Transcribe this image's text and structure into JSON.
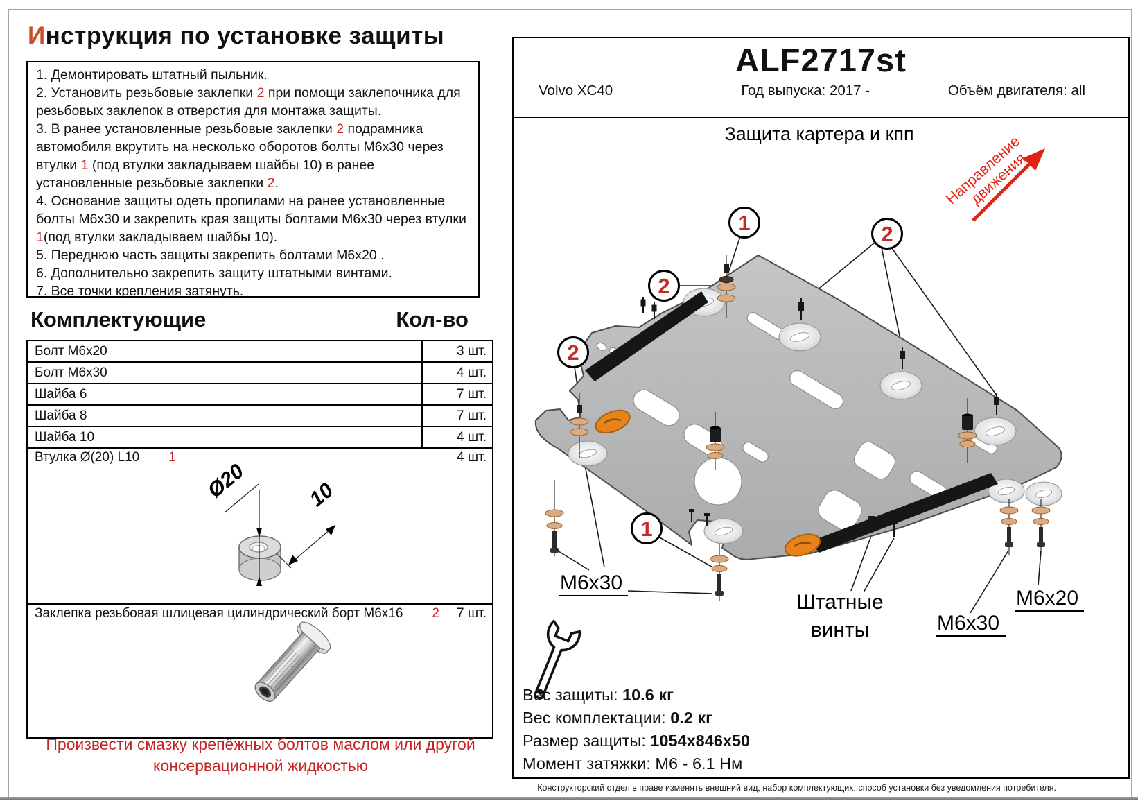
{
  "title": {
    "first_letter": "И",
    "rest": "нструкция по установке защиты"
  },
  "instructions": {
    "steps": [
      [
        {
          "t": "1. Демонтировать штатный пыльник."
        }
      ],
      [
        {
          "t": "2. Установить резьбовые заклепки "
        },
        {
          "t": "2",
          "red": true
        },
        {
          "t": " при помощи заклепочника для резьбовых заклепок в отверстия для монтажа защиты."
        }
      ],
      [
        {
          "t": "3. В ранее установленные резьбовые заклепки "
        },
        {
          "t": "2",
          "red": true
        },
        {
          "t": " подрамника автомобиля вкрутить на несколько оборотов болты М6х30 через втулки "
        },
        {
          "t": "1",
          "red": true
        },
        {
          "t": " (под втулки закладываем шайбы 10) в ранее установленные резьбовые заклепки "
        },
        {
          "t": "2",
          "red": true
        },
        {
          "t": "."
        }
      ],
      [
        {
          "t": "4. Основание защиты одеть пропилами на ранее установленные болты М6х30 и закрепить края защиты  болтами М6х30 через втулки "
        },
        {
          "t": "1",
          "red": true
        },
        {
          "t": "(под втулки закладываем шайбы 10)."
        }
      ],
      [
        {
          "t": "5. Переднюю часть защиты закрепить болтами М6х20 ."
        }
      ],
      [
        {
          "t": "6. Дополнительно закрепить защиту штатными винтами."
        }
      ],
      [
        {
          "t": "7. Все точки крепления затянуть."
        }
      ]
    ]
  },
  "parts": {
    "header": "Комплектующие",
    "qty_header": "Кол-во",
    "rows": [
      {
        "name": "Болт М6х20",
        "qty": "3 шт."
      },
      {
        "name": "Болт М6х30",
        "qty": "4 шт."
      },
      {
        "name": "Шайба 6",
        "qty": "7 шт."
      },
      {
        "name": "Шайба 8",
        "qty": "7 шт."
      },
      {
        "name": "Шайба 10",
        "qty": "4 шт."
      },
      {
        "name": "Втулка Ø(20) L10",
        "ref": "1",
        "qty": "4 шт."
      },
      {
        "name": "Заклепка резьбовая шлицевая цилиндрический борт М6х16",
        "ref": "2",
        "qty": "7 шт."
      }
    ]
  },
  "warning": "Произвести смазку крепёжных болтов маслом или другой консервационной жидкостью",
  "header": {
    "part_number": "ALF2717st",
    "vehicle": "Volvo XC40",
    "year": "Год выпуска: 2017 -",
    "engine": "Объём двигателя: all"
  },
  "drawing": {
    "title": "Защита картера и кпп",
    "direction_line1": "Направление",
    "direction_line2": "движения",
    "callouts": [
      "1",
      "2",
      "2",
      "2",
      "1"
    ],
    "labels": {
      "m6x30_left": "M6x30",
      "regular_screws_line1": "Штатные",
      "regular_screws_line2": "винты",
      "m6x30_right": "M6x30",
      "m6x20": "M6x20"
    },
    "sleeve_dims": {
      "diameter": "Ø20",
      "length": "10"
    }
  },
  "specs": {
    "weight_label": "Вес защиты: ",
    "weight_value": "10.6 кг",
    "kit_weight_label": "Вес комплектации: ",
    "kit_weight_value": "0.2 кг",
    "size_label": "Размер защиты: ",
    "size_value": "1054x846x50",
    "torque_label": "Момент затяжки: ",
    "torque_value": " М6 - 6.1 Нм"
  },
  "fine_print": "Конструкторский отдел в праве изменять внешний вид, набор комплектующих, способ установки без уведомления потребителя.",
  "colors": {
    "accent_red": "#cc2222",
    "title_accent": "#cc4d2a",
    "arrow_red": "#e02414",
    "plate_gray": "#b4b6b8",
    "washer_tan": "#dcaa80",
    "logo_orange": "#e8821a"
  }
}
